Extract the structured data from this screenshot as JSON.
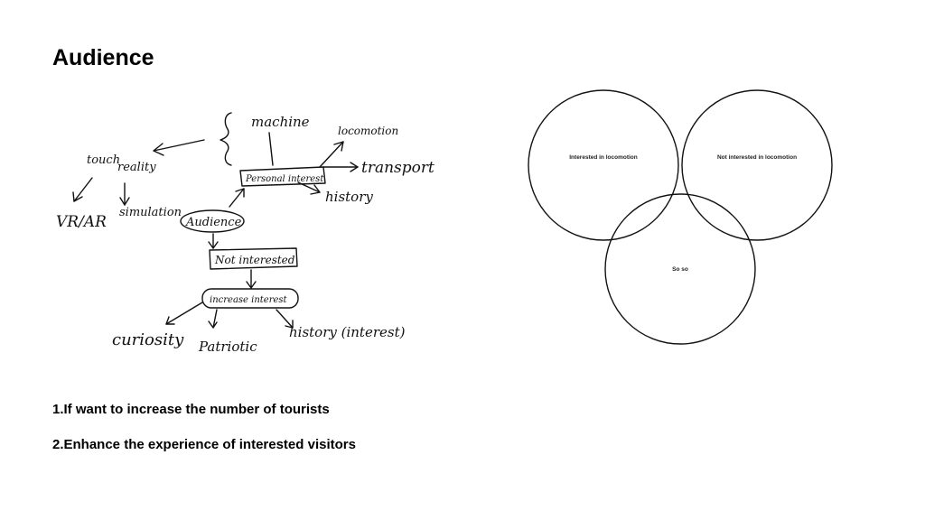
{
  "slide": {
    "title": "Audience",
    "notes": [
      "1.If want to increase the number of tourists",
      "2.Enhance the experience of interested visitors"
    ]
  },
  "sketch": {
    "labels": {
      "machine": "machine",
      "locomotion": "locomotion",
      "touch": "touch",
      "reality": "reality",
      "transport": "transport",
      "personal_interest": "Personal interest",
      "history_top": "history",
      "vr_ar": "VR/AR",
      "simulation": "simulation",
      "audience": "Audience",
      "not_interested": "Not interested",
      "increase_interest": "increase interest",
      "curiosity": "curiosity",
      "patriotic": "Patriotic",
      "history_bottom": "history (interest)"
    }
  },
  "venn": {
    "left": "Interested in locomotion",
    "right": "Not interested in locomotion",
    "bottom": "So so"
  }
}
